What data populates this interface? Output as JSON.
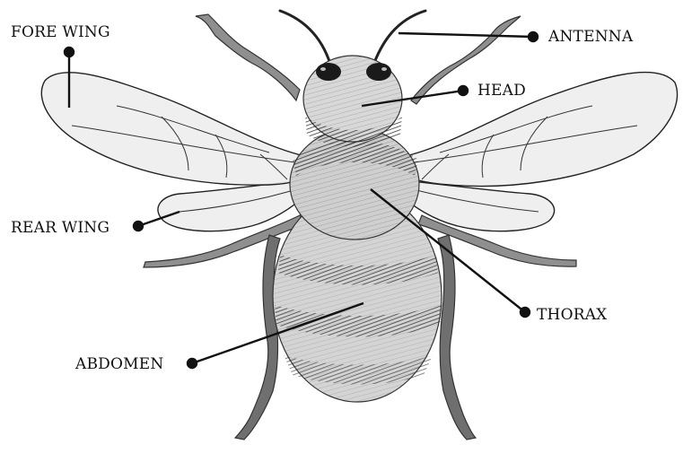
{
  "labels": {
    "fore_wing": "FORE WING",
    "antenna": "ANTENNA",
    "head": "HEAD",
    "rear_wing": "REAR WING",
    "thorax": "THORAX",
    "abdomen": "ABDOMEN"
  },
  "colors": {
    "ink": "#111111",
    "body_fill": "#d2d2d2",
    "wing_fill": "#e6e6e6",
    "leg_fill": "#8a8a8a"
  }
}
